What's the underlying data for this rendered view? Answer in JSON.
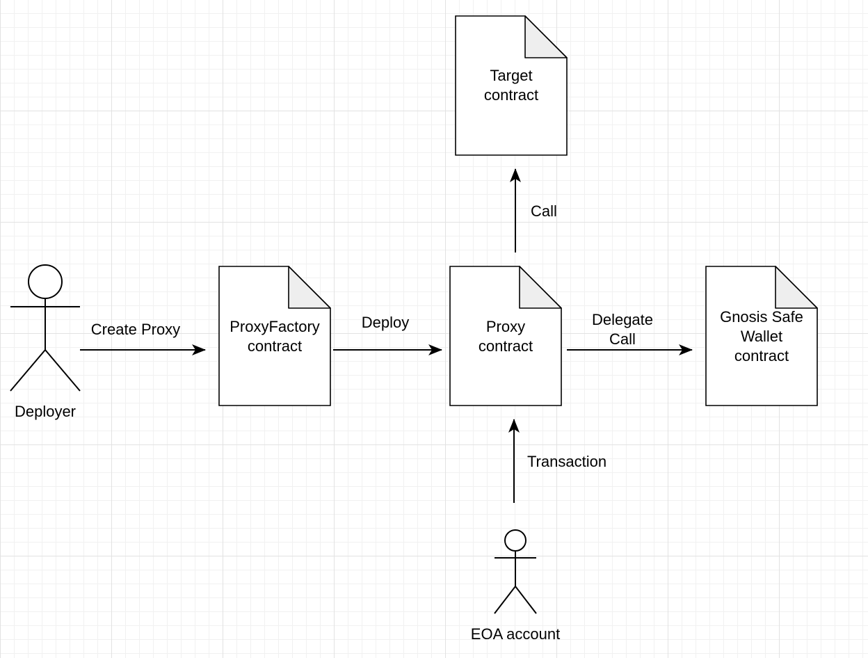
{
  "nodes": {
    "target": {
      "label": "Target\ncontract"
    },
    "proxy_factory": {
      "label": "ProxyFactory\ncontract"
    },
    "proxy": {
      "label": "Proxy\ncontract"
    },
    "gnosis": {
      "label": "Gnosis Safe\nWallet\ncontract"
    },
    "deployer": {
      "label": "Deployer"
    },
    "eoa": {
      "label": "EOA account"
    }
  },
  "edges": {
    "create_proxy": {
      "label": "Create Proxy"
    },
    "deploy": {
      "label": "Deploy"
    },
    "delegate_call": {
      "label": "Delegate\nCall"
    },
    "call": {
      "label": "Call"
    },
    "transaction": {
      "label": "Transaction"
    }
  },
  "colors": {
    "stroke": "#000000",
    "fill": "#ffffff",
    "fold": "#eeeeee",
    "grid_minor": "#f1f1f1",
    "grid_major": "#e2e2e2"
  }
}
